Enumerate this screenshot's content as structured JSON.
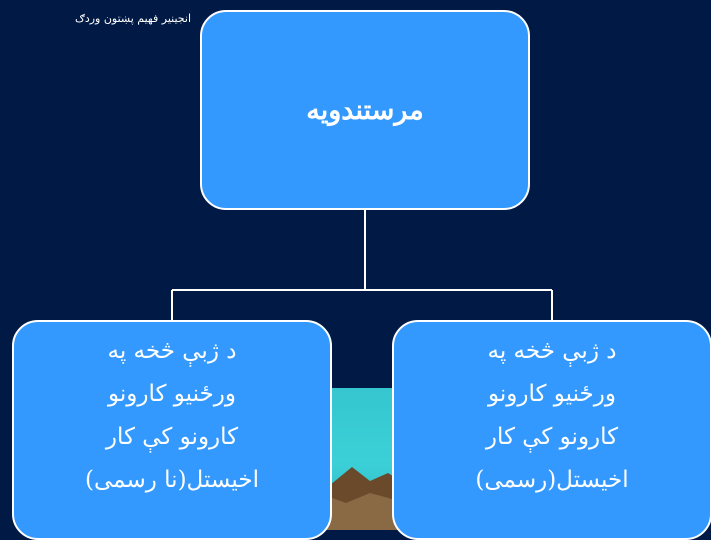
{
  "author": "انجینیر فهیم پښتون وردګ",
  "root": {
    "label": "مرستندویه"
  },
  "children": [
    {
      "lines": [
        "د ژبې څخه په",
        "ورځنیو کارونو",
        "کارونو کې کار",
        "اخیستل(نا رسمی)"
      ]
    },
    {
      "lines": [
        "د ژبې څخه په",
        "ورځنیو کارونو",
        "کارونو کې کار",
        "اخیستل(رسمی)"
      ]
    }
  ],
  "colors": {
    "background": "#001a45",
    "box": "#3399ff",
    "border": "#ffffff",
    "sea": "#35c6cf"
  }
}
